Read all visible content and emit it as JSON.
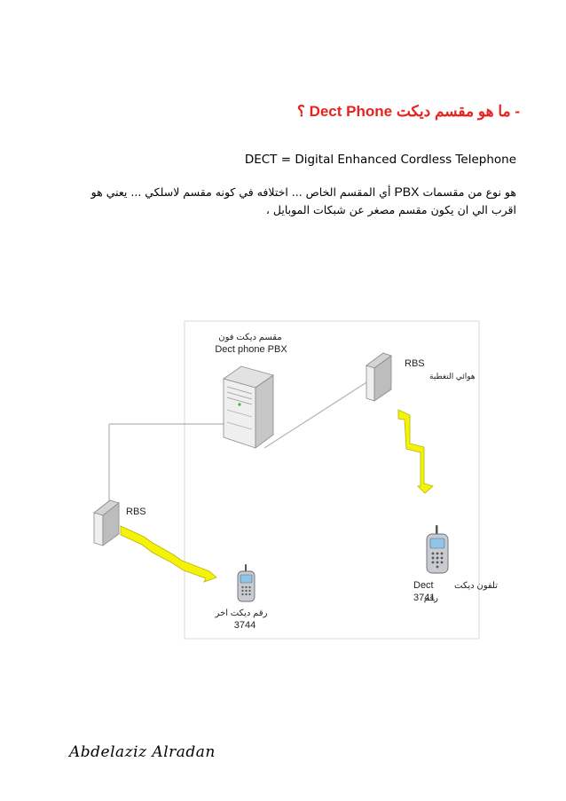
{
  "heading": {
    "prefix": "- ما هو مقسم ديكت",
    "en": "Dect Phone",
    "suffix": "؟",
    "color": "#e8231f"
  },
  "definition": "DECT = Digital Enhanced Cordless Telephone",
  "paragraph": {
    "line1_before": "هو نوع من مقسمات",
    "line1_pbx": "PBX",
    "line1_after": "أي المقسم الخاص ... اختلافه في كونه مقسم لاسلكي ... يعني هو",
    "line2": "اقرب الي ان يكون مقسم مصغر عن شبكات الموبايل ،"
  },
  "diagram": {
    "pbx_label_ar": "مقسم ديكت فون",
    "pbx_label_en": "Dect phone PBX",
    "rbs_right": "RBS",
    "rbs_right_ar": "هوائي التغطية",
    "rbs_left": "RBS",
    "phone_right_ar": "تلفون ديكت",
    "phone_right_en": "Dect",
    "phone_right_num_ar": "رقم",
    "phone_right_num": "3741",
    "phone_left_ar": "رقم ديكت اخر",
    "phone_left_num": "3744",
    "lightning_color": "#f5f20a"
  },
  "signature": "Abdelaziz Alradan"
}
